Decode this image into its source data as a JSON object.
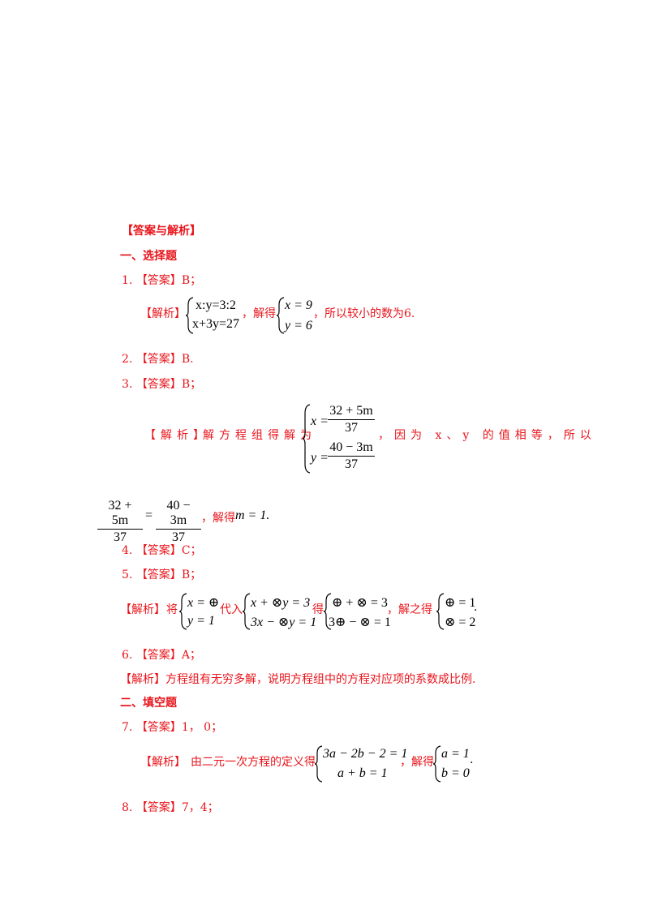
{
  "heading": "【答案与解析】",
  "section1": "一、选择题",
  "section2": "二、填空题",
  "q1": {
    "num": "1.",
    "answer_label": "【答案】",
    "answer": "B；",
    "analysis_label": "【解析】",
    "sys1_eq1": "x:y=3:2",
    "sys1_eq2": "x+3y=27",
    "mid": "，解得",
    "sol_x": "x = 9",
    "sol_y": "y = 6",
    "tail": "，所以较小的数为6."
  },
  "q2": {
    "num": "2.",
    "answer_label": "【答案】",
    "answer": "B."
  },
  "q3": {
    "num": "3.",
    "answer_label": "【答案】",
    "answer": "B；",
    "analysis_label": "【解析】",
    "text1": "解方程组得解为",
    "x_lhs": "x =",
    "x_num": "32 + 5m",
    "x_den": "37",
    "y_lhs": "y =",
    "y_num": "40 − 3m",
    "y_den": "37",
    "text2": "，因为 x、y 的值相等，所以",
    "eq_lnum": "32 + 5m",
    "eq_lden": "37",
    "eq_sign": "=",
    "eq_rnum": "40 − 3m",
    "eq_rden": "37",
    "eq_tail": "，解得",
    "eq_result": "m = 1."
  },
  "q4": {
    "num": "4.",
    "answer_label": "【答案】",
    "answer": "C；"
  },
  "q5": {
    "num": "5.",
    "answer_label": "【答案】",
    "answer": "B；",
    "analysis_label": "【解析】",
    "t1": "将",
    "a_eq1": "x = ⊕",
    "a_eq2": "y = 1",
    "t2": "代入",
    "b_eq1": "x + ⊗y = 3",
    "b_eq2": "3x − ⊗y = 1",
    "t3": "得",
    "c_eq1": "⊕ + ⊗ = 3",
    "c_eq2": "3⊕ − ⊗ = 1",
    "t4": "，解之得",
    "d_eq1": "⊕ = 1",
    "d_eq2": "⊗ = 2",
    "t5": "."
  },
  "q6": {
    "num": "6.",
    "answer_label": "【答案】",
    "answer": "A；",
    "analysis_label": "【解析】",
    "analysis": "方程组有无穷多解，说明方程组中的方程对应项的系数成比例."
  },
  "q7": {
    "num": "7.",
    "answer_label": "【答案】",
    "answer": "1，  0；",
    "analysis_label": "【解析】",
    "t1": "由二元一次方程的定义得",
    "e1": "3a − 2b − 2 = 1",
    "e2": "a + b = 1",
    "t2": "，解得",
    "s1": "a = 1",
    "s2": "b = 0",
    "t3": "."
  },
  "q8": {
    "num": "8.",
    "answer_label": "【答案】",
    "answer": "7，4；"
  }
}
